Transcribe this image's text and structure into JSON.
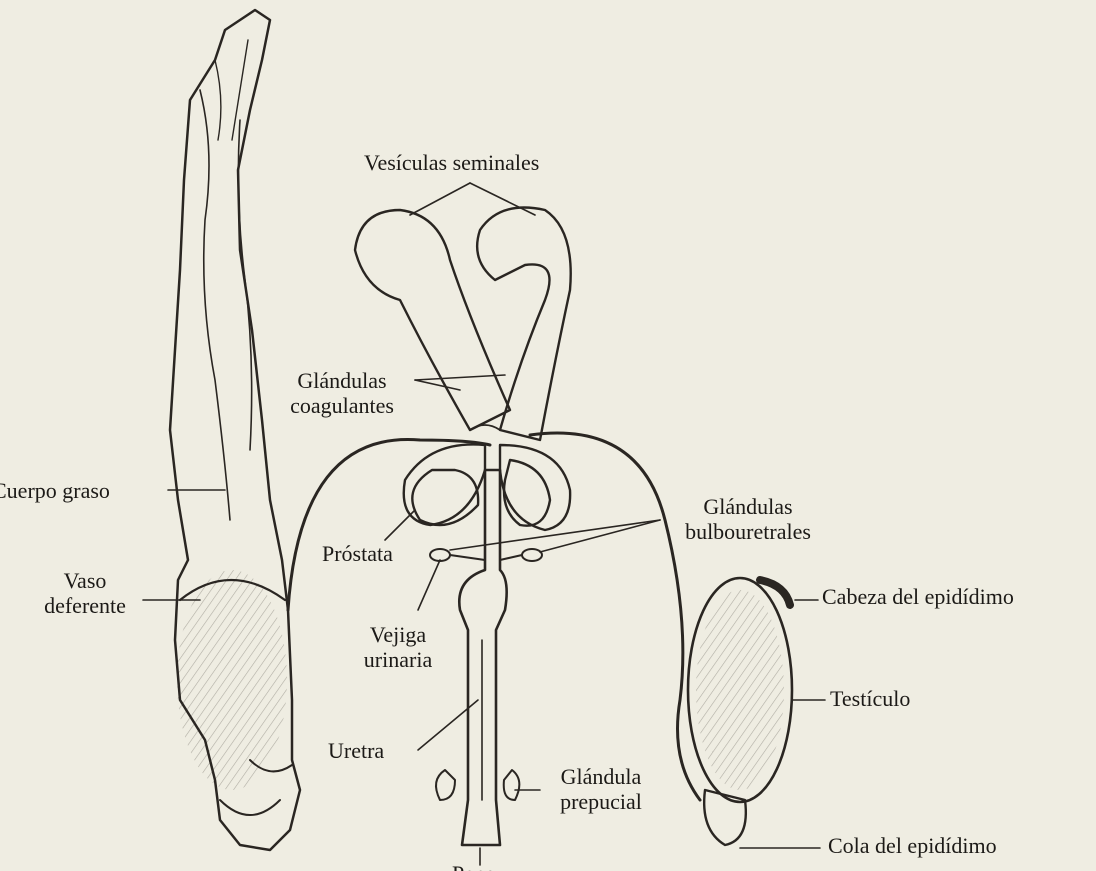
{
  "figure": {
    "background": "#efede2",
    "ink": "#2a2622",
    "labels": {
      "vesiculas_seminales": "Vesículas seminales",
      "glandulas_coagulantes_1": "Glándulas",
      "glandulas_coagulantes_2": "coagulantes",
      "cuerpo_graso": "Cuerpo graso",
      "vaso_deferente_1": "Vaso",
      "vaso_deferente_2": "deferente",
      "prostata": "Próstata",
      "vejiga_urinaria_1": "Vejiga",
      "vejiga_urinaria_2": "urinaria",
      "uretra": "Uretra",
      "glandula_prepucial_1": "Glándula",
      "glandula_prepucial_2": "prepucial",
      "glandulas_bulbouretrales_1": "Glándulas",
      "glandulas_bulbouretrales_2": "bulbouretrales",
      "cabeza_epididimo": "Cabeza del epidídimo",
      "testiculo": "Testículo",
      "cola_epididimo": "Cola del epidídimo",
      "pene": "Pene"
    }
  }
}
